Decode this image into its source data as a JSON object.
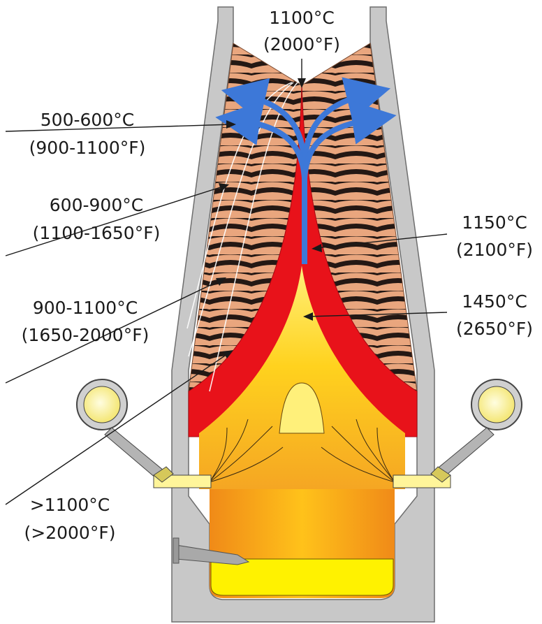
{
  "labels": {
    "top": {
      "c": "1100°C",
      "f": "(2000°F)"
    },
    "zone_500_600": {
      "c": "500-600°C",
      "f": "(900-1100°F)"
    },
    "zone_600_900": {
      "c": "600-900°C",
      "f": "(1100-1650°F)"
    },
    "zone_900_1100": {
      "c": "900-1100°C",
      "f": "(1650-2000°F)"
    },
    "zone_above_1100": {
      "c": ">1100°C",
      "f": "(>2000°F)"
    },
    "zone_1150": {
      "c": "1150°C",
      "f": "(2100°F)"
    },
    "zone_1450": {
      "c": "1450°C",
      "f": "(2650°F)"
    }
  },
  "colors": {
    "shell": "#c8c8c8",
    "burden_light": "#e9a67e",
    "burden_dark": "#241814",
    "cohesive_zone": "#e8121a",
    "hot_core": "#ffd21e",
    "gas_flow": "#3d78d8",
    "tuyere_bulb": "#fff59a"
  }
}
